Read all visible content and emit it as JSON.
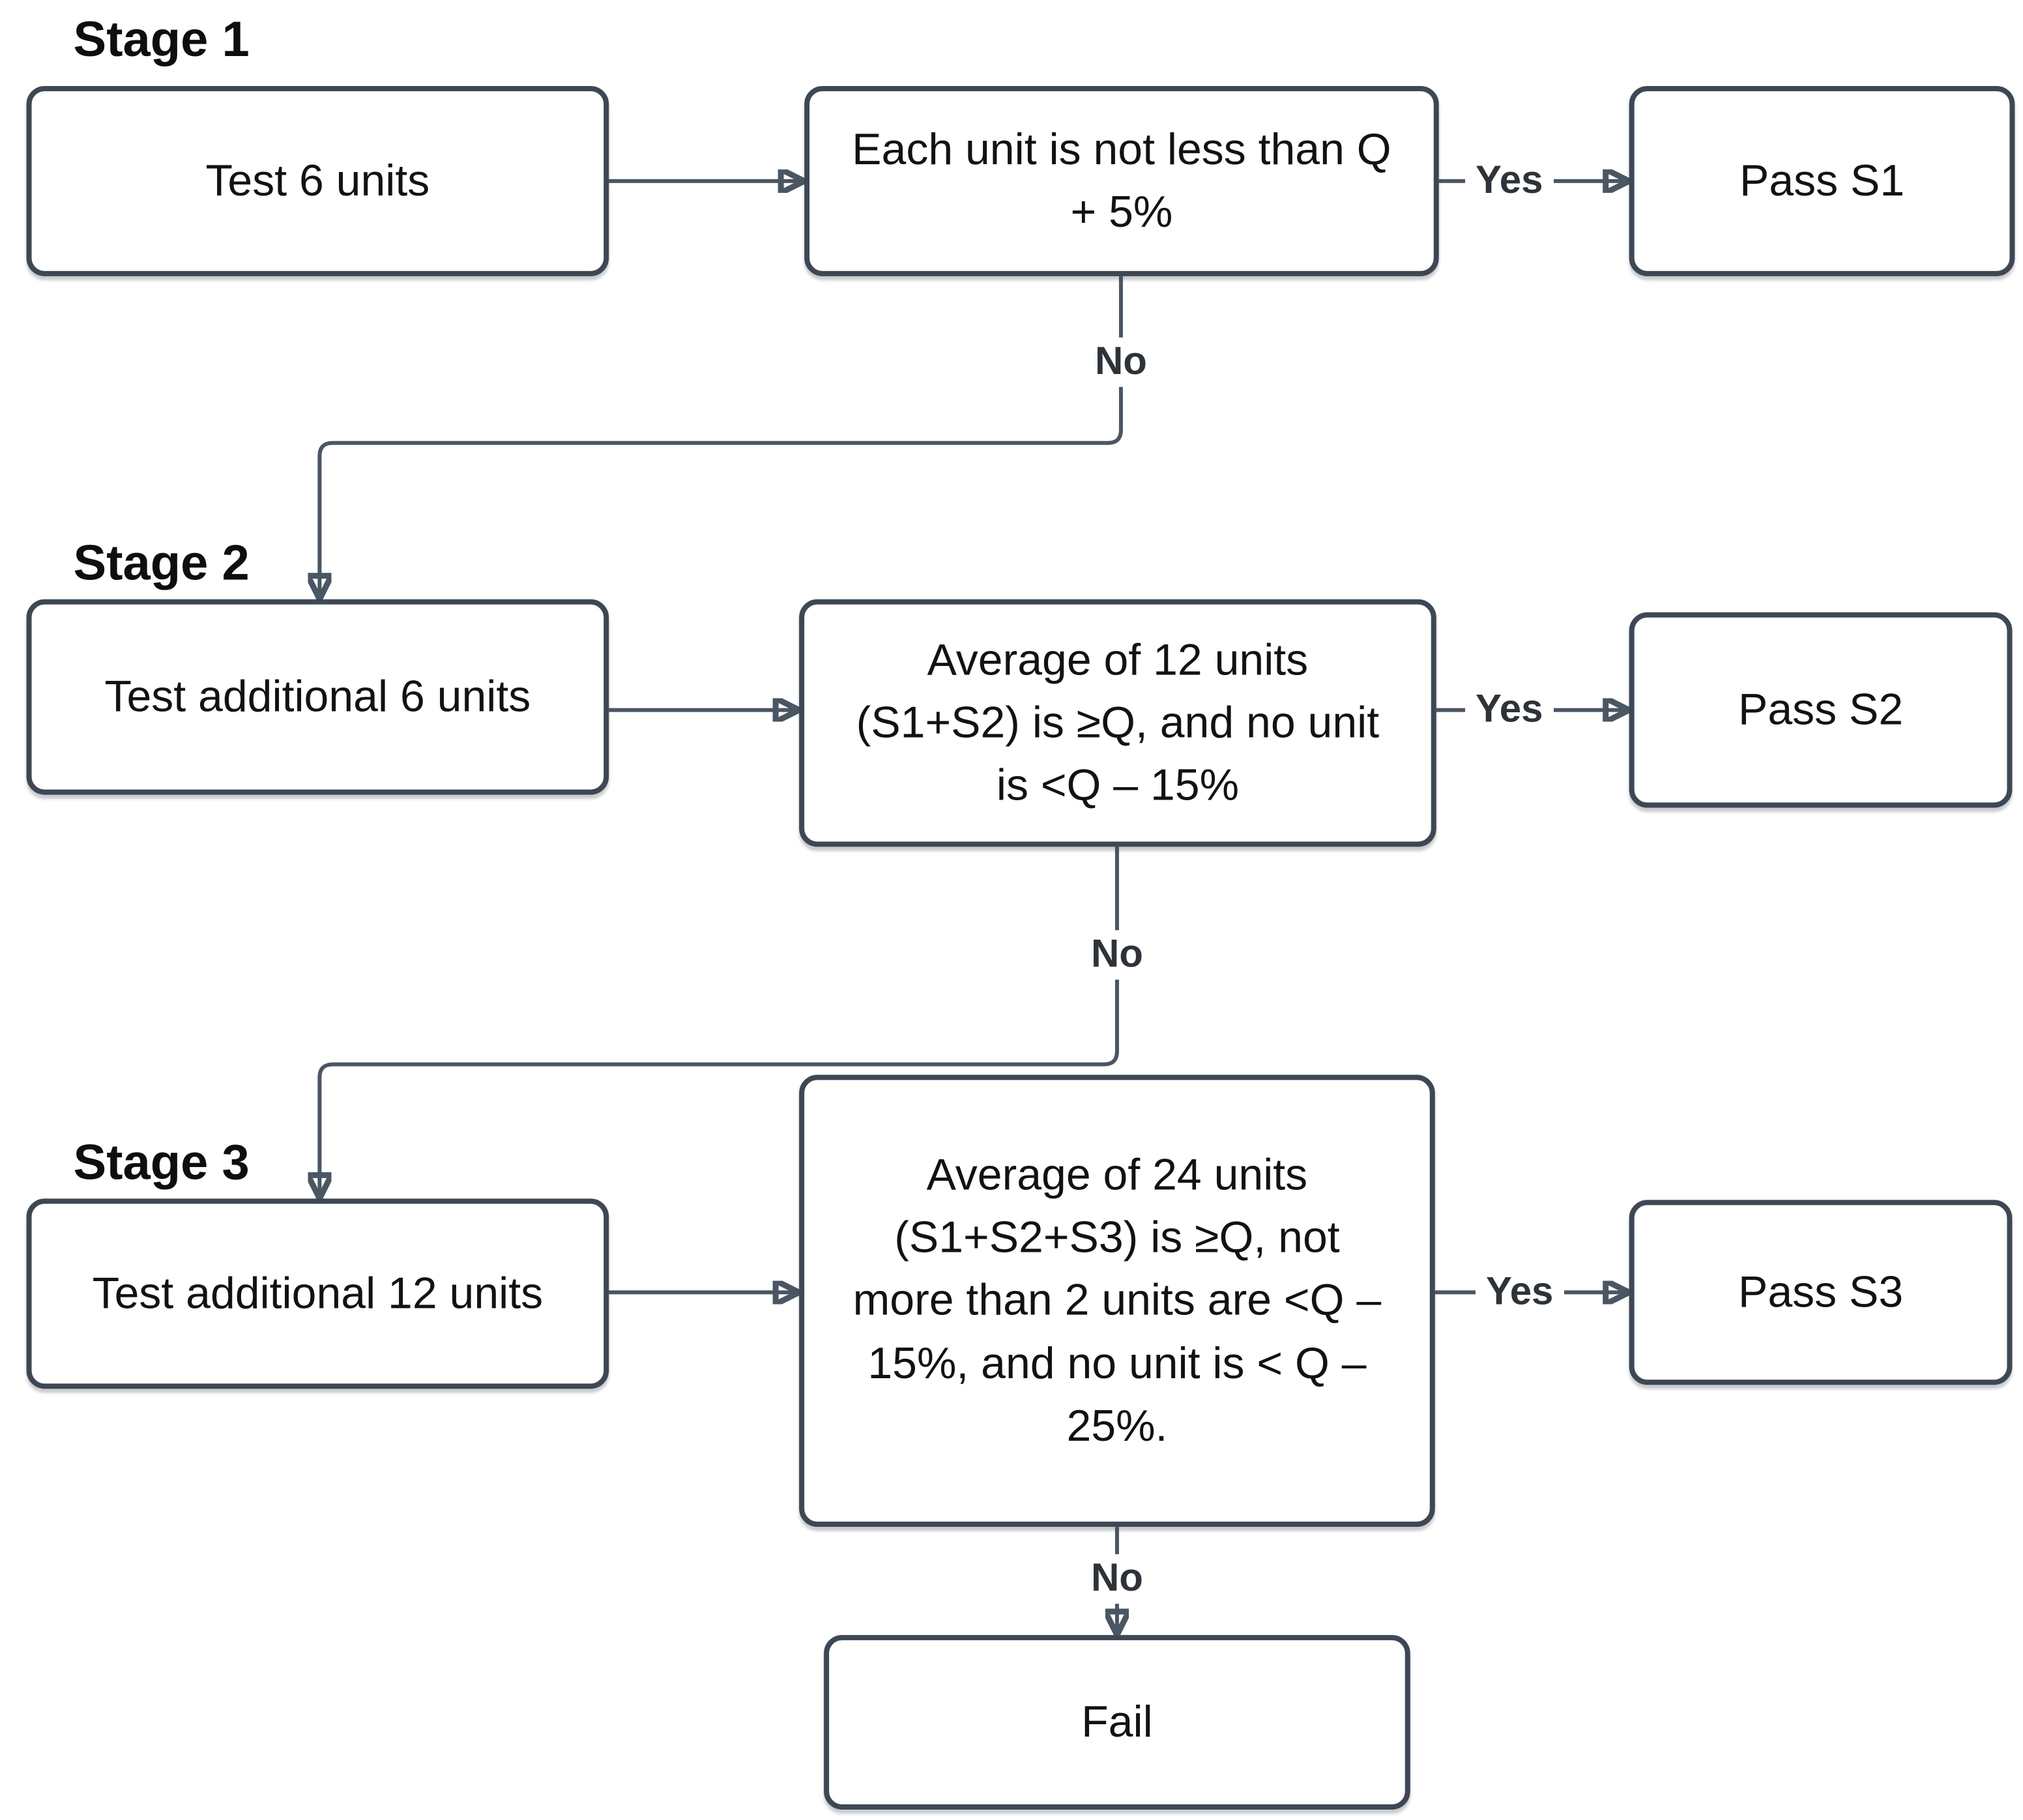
{
  "diagram": {
    "background_color": "#ffffff",
    "colors": {
      "connector_line": "#4b5664",
      "arrowhead": "#3d4854",
      "node_border": "#3d4854",
      "node_text": "#101214",
      "stage_label_text": "#0c0e10",
      "edge_label_text": "#2d3339"
    },
    "stages": [
      {
        "label": "Stage 1"
      },
      {
        "label": "Stage 2"
      },
      {
        "label": "Stage 3"
      }
    ],
    "nodes": {
      "test_s1": {
        "label": "Test 6 units"
      },
      "decision_s1": {
        "label": "Each unit is not less than Q + 5%"
      },
      "pass_s1": {
        "label": "Pass S1"
      },
      "test_s2": {
        "label": "Test additional 6 units"
      },
      "decision_s2": {
        "label": "Average of 12 units (S1+S2) is ≥Q, and no unit is <Q – 15%"
      },
      "pass_s2": {
        "label": "Pass S2"
      },
      "test_s3": {
        "label": "Test additional 12 units"
      },
      "decision_s3": {
        "label": "Average of 24 units (S1+S2+S3) is ≥Q, not more than 2 units are <Q – 15%, and no unit is < Q – 25%."
      },
      "pass_s3": {
        "label": "Pass S3"
      },
      "fail": {
        "label": "Fail"
      }
    },
    "edges": {
      "s1_yes": {
        "label": "Yes"
      },
      "s1_no": {
        "label": "No"
      },
      "s2_yes": {
        "label": "Yes"
      },
      "s2_no": {
        "label": "No"
      },
      "s3_yes": {
        "label": "Yes"
      },
      "s3_no": {
        "label": "No"
      }
    }
  }
}
